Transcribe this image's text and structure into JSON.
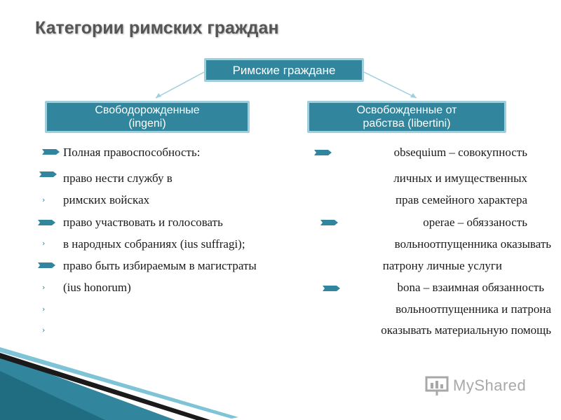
{
  "title": "Категории римских граждан",
  "diagram": {
    "root": "Римские граждане",
    "left": {
      "line1": "Свободорожденные",
      "line2": "(ingeni)"
    },
    "right": {
      "line1": "Освобожденные от",
      "line2": "рабства (libertini)"
    }
  },
  "left_column": [
    "Полная правоспособность:",
    "право нести службу в",
    "римских войсках",
    "право участвовать и голосовать",
    "в народных собраниях (ius suffragi);",
    "право быть избираемым в магистраты",
    "(ius honorum)"
  ],
  "right_column": [
    "obsequium – совокупность",
    "личных и имущественных",
    "прав семейного характера",
    "operae – обяззаность",
    "вольноотпущенника оказывать",
    "патрону личные услуги",
    "bona – взаимная обязанность",
    "вольноотпущенника и патрона",
    "оказывать материальную помощь"
  ],
  "watermark": "MyShared",
  "colors": {
    "accent": "#31859c",
    "box_border": "#9fcfdc",
    "title": "#555555"
  }
}
